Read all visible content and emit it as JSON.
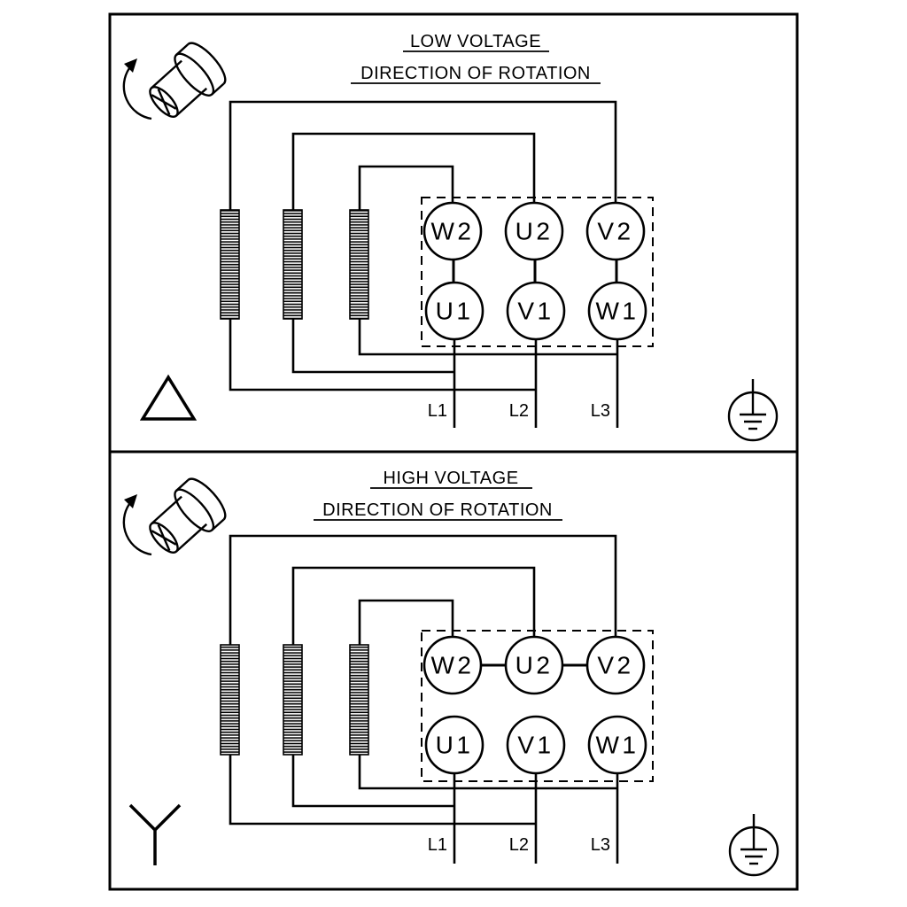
{
  "panels": [
    {
      "id": "low-voltage",
      "title": "LOW VOLTAGE",
      "subtitle": "DIRECTION OF ROTATION",
      "connection": "delta",
      "terminals_top": [
        "W2",
        "U2",
        "V2"
      ],
      "terminals_bottom": [
        "U1",
        "V1",
        "W1"
      ],
      "line_labels": [
        "L1",
        "L2",
        "L3"
      ]
    },
    {
      "id": "high-voltage",
      "title": "HIGH VOLTAGE",
      "subtitle": "DIRECTION OF ROTATION",
      "connection": "star",
      "terminals_top": [
        "W2",
        "U2",
        "V2"
      ],
      "terminals_bottom": [
        "U1",
        "V1",
        "W1"
      ],
      "line_labels": [
        "L1",
        "L2",
        "L3"
      ]
    }
  ],
  "icons": {
    "shaft_rotation": "motor-shaft-with-rotation-arrow",
    "delta_connection": "triangle-outline",
    "star_connection": "y-shape",
    "protective_earth": "circled-earth-ground"
  },
  "colors": {
    "line": "#000000",
    "background": "#ffffff"
  }
}
